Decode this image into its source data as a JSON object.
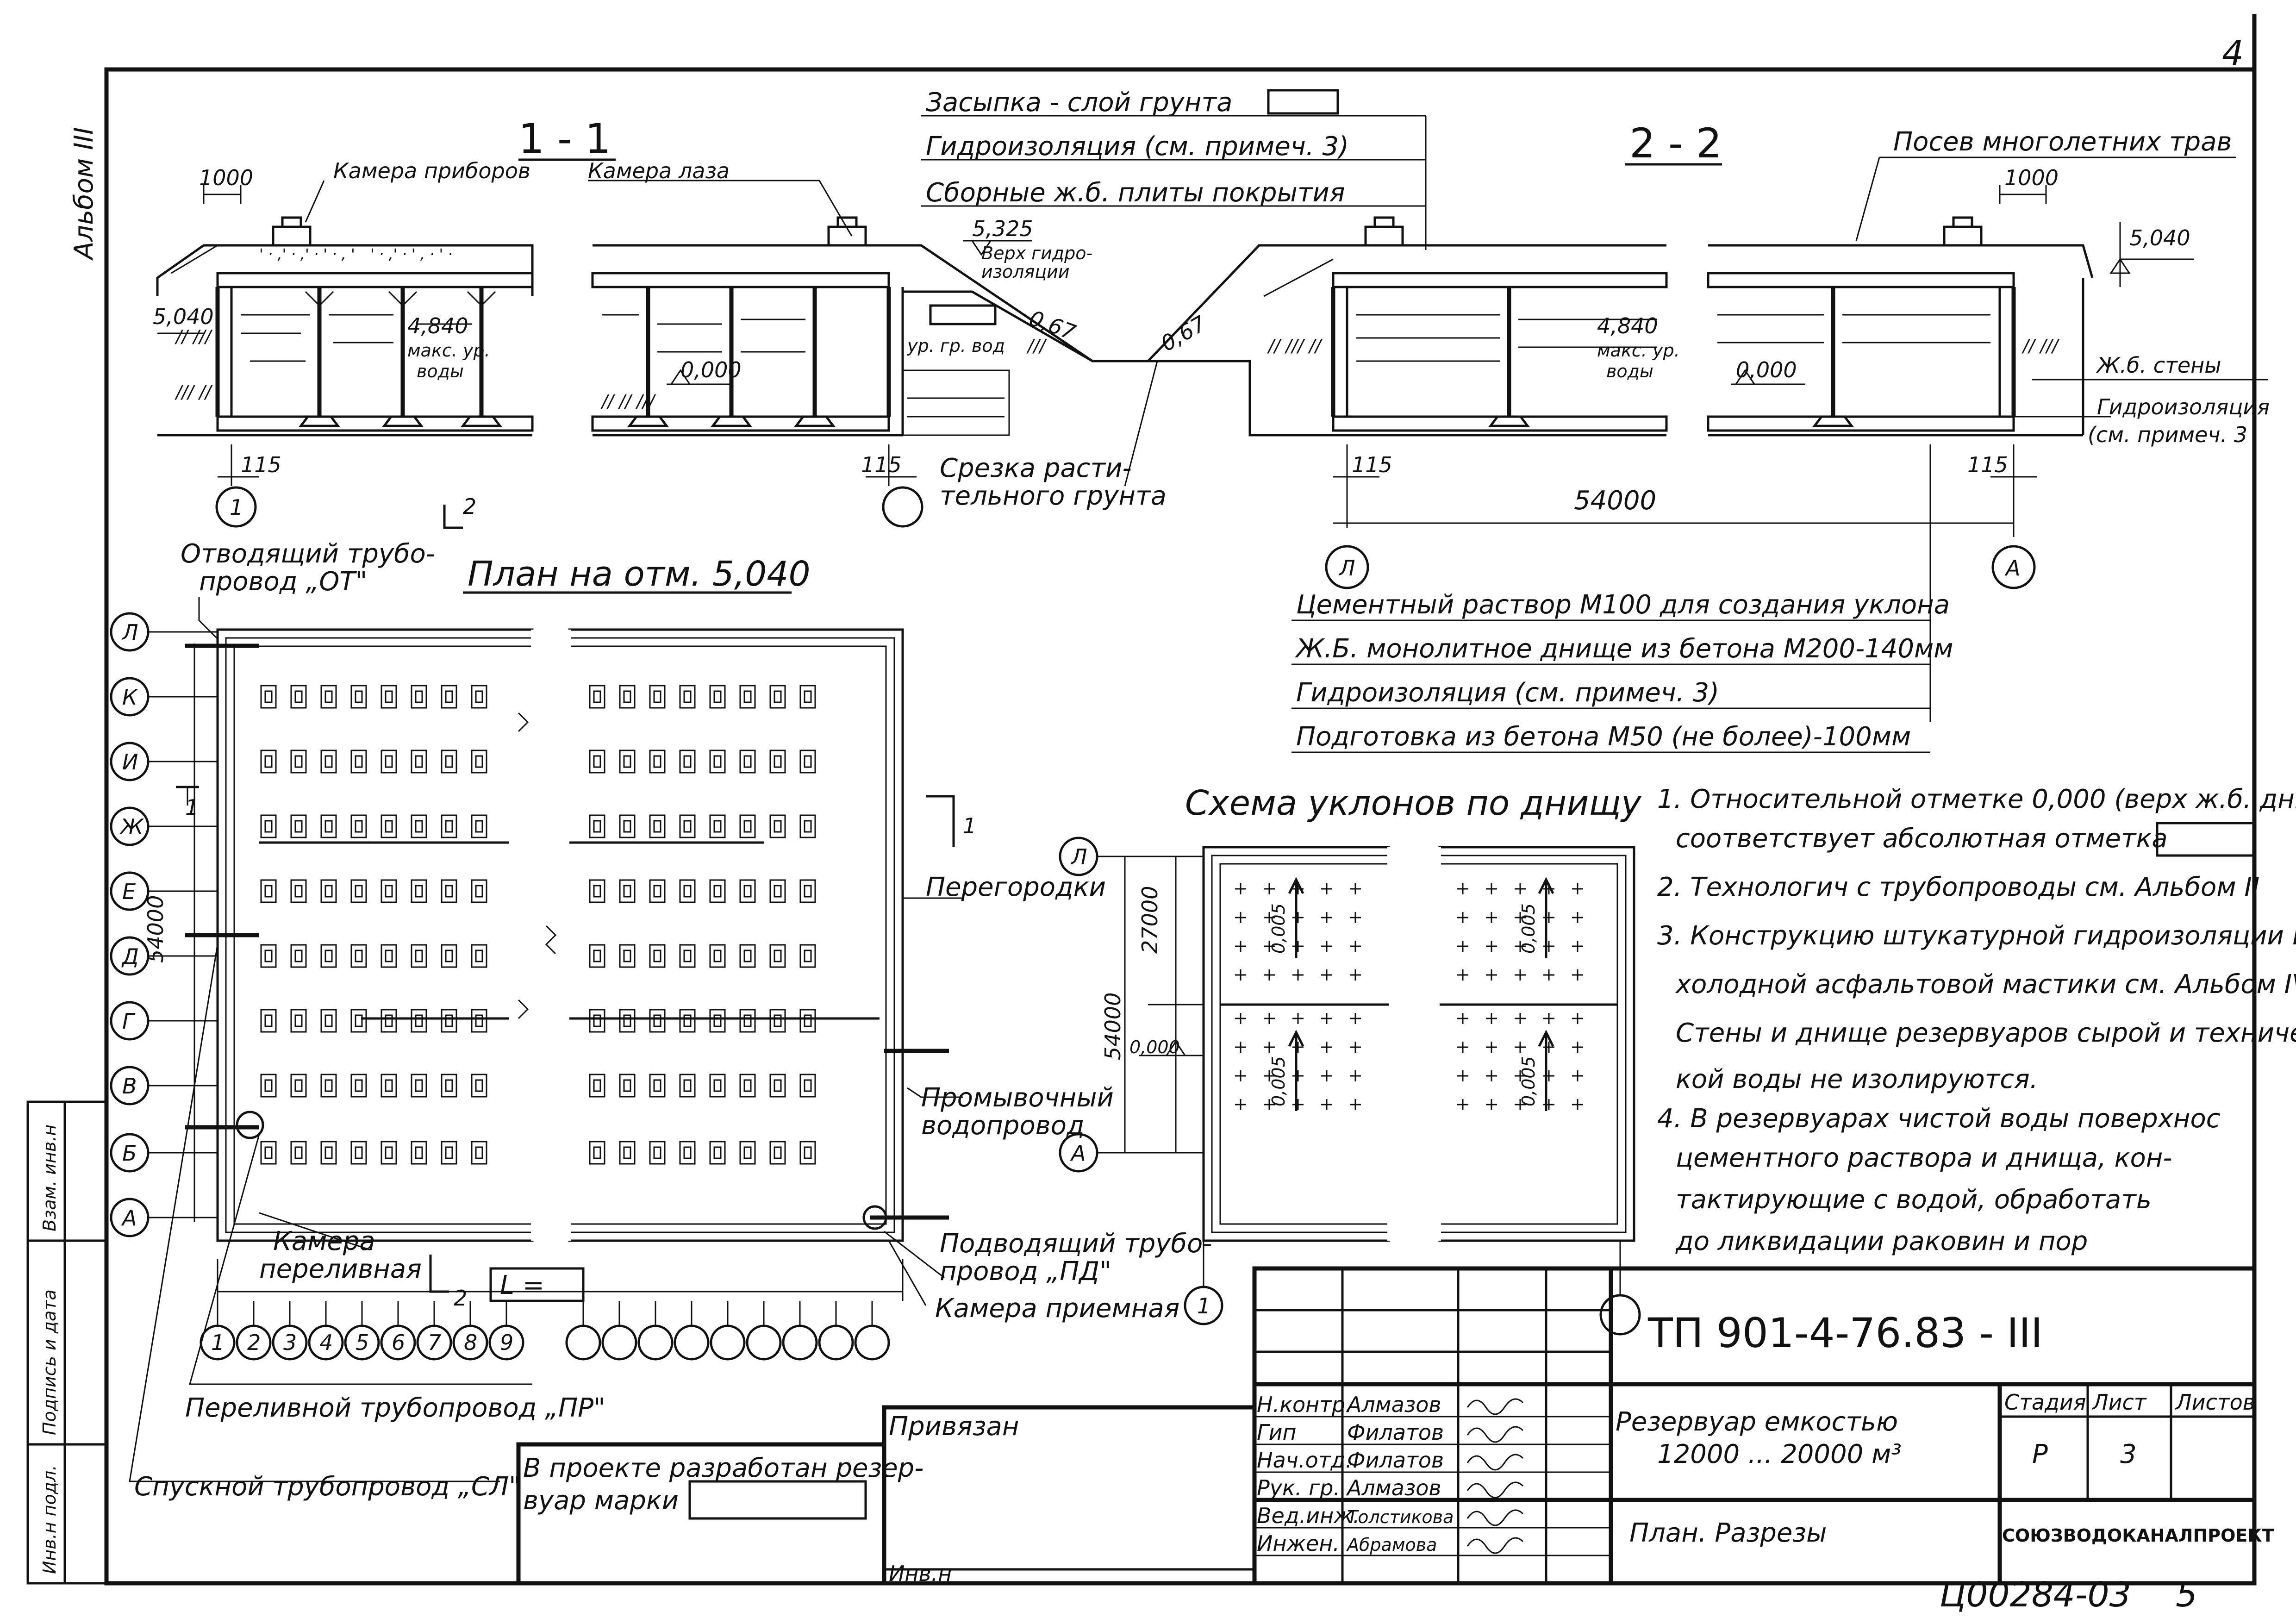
{
  "sheet": {
    "page_number": "4",
    "album": "Альбом III",
    "bottom_code": "Ц00284-03",
    "bottom_sheet_no": "5"
  },
  "section_1": {
    "label": "1 - 1",
    "callout_instruments": "Камера приборов",
    "callout_manhole": "Камера лаза",
    "dim_1000": "1000",
    "elev_5040": "5,040",
    "elev_4840": "4,840",
    "max_water_1": "макс. ур.",
    "max_water_2": "воды",
    "elev_0000": "0,000",
    "dim_115_left": "115",
    "dim_115_right": "115",
    "elev_5325": "5,325",
    "waterproof_top_1": "Верх гидро-",
    "waterproof_top_2": "изоляции",
    "slope_067": "0,67",
    "groundwater": "ур. гр. вод",
    "cut_soil_1": "Срезка расти-",
    "cut_soil_2": "тельного грунта",
    "axis_1": "1"
  },
  "layers_top": {
    "backfill": "Засыпка - слой грунта",
    "waterproofing": "Гидроизоляция (см. примеч. 3)",
    "slabs": "Сборные ж.б. плиты покрытия"
  },
  "section_2": {
    "label": "2 - 2",
    "grass": "Посев многолетних трав",
    "dim_1000": "1000",
    "elev_5040": "5,040",
    "slope_067": "0,67",
    "elev_4840": "4,840",
    "max_water_1": "макс. ур.",
    "max_water_2": "воды",
    "elev_0000": "0,000",
    "rc_walls": "Ж.б. стены",
    "waterproof_1": "Гидроизоляция",
    "waterproof_2": "(см. примеч. 3",
    "dim_115_left": "115",
    "dim_115_right": "115",
    "dim_54000": "54000",
    "axis_L": "Л",
    "axis_A": "А"
  },
  "layers_bottom": {
    "mortar": "Цементный раствор М100 для создания уклона",
    "slab": "Ж.Б. монолитное днище из бетона М200-140мм",
    "waterproofing": "Гидроизоляция (см. примеч. 3)",
    "prep": "Подготовка из бетона М50 (не более)-100мм"
  },
  "plan": {
    "title": "План на отм. 5,040",
    "outlet_pipe_1": "Отводящий трубо-",
    "outlet_pipe_2": "провод „ОТ\"",
    "rows": [
      "Л",
      "К",
      "И",
      "Ж",
      "Е",
      "Д",
      "Г",
      "В",
      "Б",
      "А"
    ],
    "cols": [
      "1",
      "2",
      "3",
      "4",
      "5",
      "6",
      "7",
      "8",
      "9"
    ],
    "dim_54000": "54000",
    "partitions": "Перегородки",
    "flush_1": "Промывочный",
    "flush_2": "водопровод",
    "supply_1": "Подводящий трубо-",
    "supply_2": "провод „ПД\"",
    "receiving": "Камера приемная",
    "overflow_chamber_1": "Камера",
    "overflow_chamber_2": "переливная",
    "length_box": "L =",
    "overflow_pipe": "Переливной трубопровод „ПР\"",
    "drain_pipe": "Спускной трубопровод „СЛ\"",
    "cut_1": "1",
    "cut_2": "2"
  },
  "slope_scheme": {
    "title": "Схема уклонов по днищу",
    "dim_27000": "27000",
    "dim_54000": "54000",
    "elev_0000": "0,000",
    "slope_value": "0,005",
    "axis_L": "Л",
    "axis_A": "А",
    "axis_1": "1"
  },
  "notes": {
    "line_1": "1. Относительной отметке 0,000 (верх ж.б. дни",
    "line_2": "соответствует абсолютная отметка",
    "line_3": "2. Технологич с       трубопроводы см. Альбом II",
    "line_4": "3. Конструкцию штукатурной гидроизоляции и",
    "line_5": "холодной асфальтовой мастики см. Альбом IV.",
    "line_6": "Стены и днище резервуаров сырой и техниче",
    "line_7": "кой воды не   изолируются.",
    "line_8": "4. В резервуарах чистой воды поверхнос",
    "line_9": "цементного раствора и днища, кон-",
    "line_10": "тактирующие  с водой, обработать",
    "line_11": "до ликвидации раковин и пор"
  },
  "title_block": {
    "code": "ТП 901-4-76.83 - III",
    "bound": "Привязан",
    "developed_1": "В проекте разработан резер-",
    "developed_2": "вуар марки",
    "inv_no": "Инв.н",
    "roles": [
      "Н.контр.",
      "Гип",
      "Нач.отд.",
      "Рук. гр.",
      "Вед.инж.",
      "Инжен."
    ],
    "names": [
      "Алмазов",
      "Филатов",
      "Филатов",
      "Алмазов",
      "Толстикова",
      "Абрамова"
    ],
    "object_1": "Резервуар емкостью",
    "object_2": "12000 ... 20000 м³",
    "stage_h": "Стадия",
    "sheet_h": "Лист",
    "sheets_h": "Листов",
    "stage_v": "Р",
    "sheet_v": "3",
    "drawing": "План. Разрезы",
    "org": "СОЮЗВОДОКАНАЛПРОЕКТ"
  },
  "side_stamp": {
    "inv_orig": "Инв.н подл.",
    "sign_date": "Подпись и дата",
    "replace_inv": "Взам. инв.н"
  }
}
